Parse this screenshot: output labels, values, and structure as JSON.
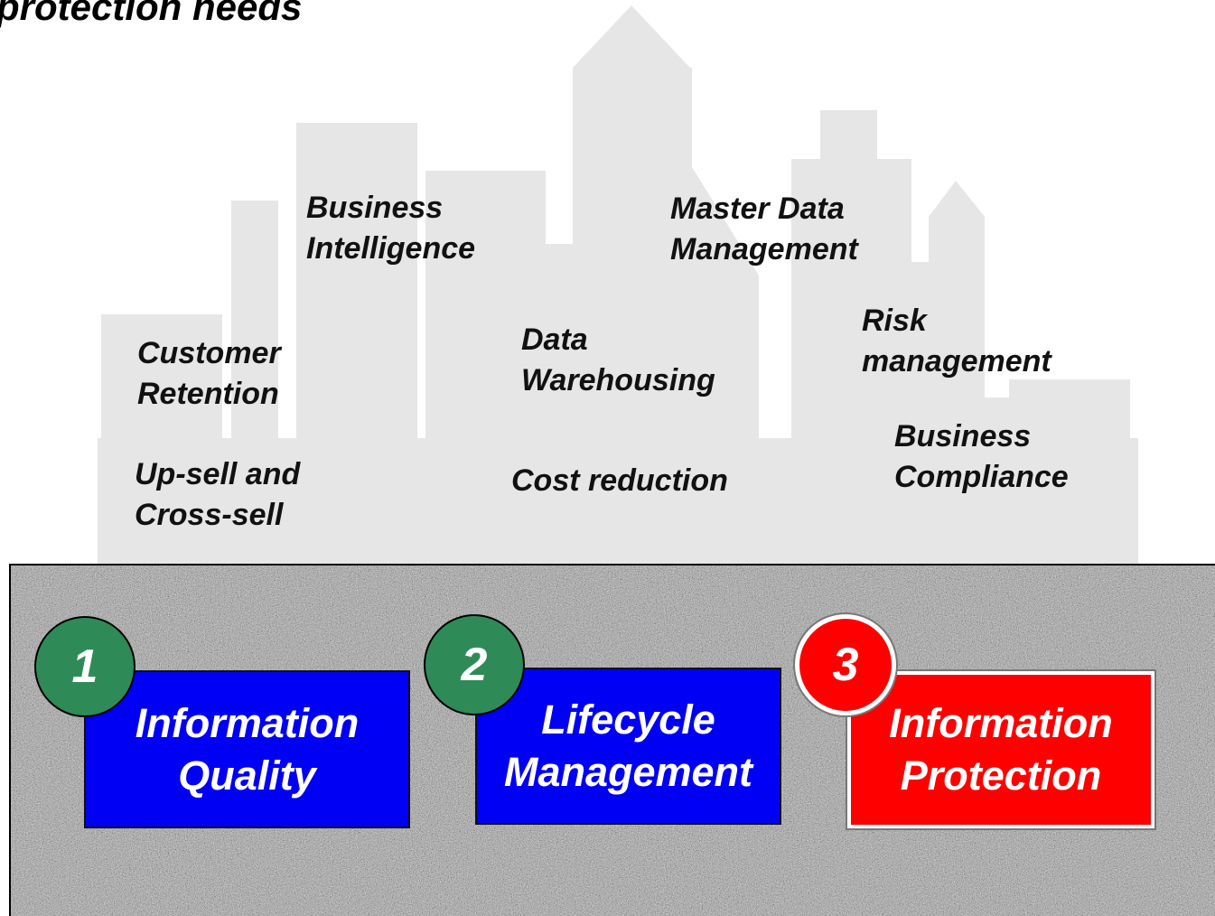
{
  "title": "protection needs",
  "colors": {
    "skyline": "#e6e6e6",
    "foundation": "#9a9a9a",
    "pillar_blue": "#0000f5",
    "pillar_red": "#ff0000",
    "badge_green": "#2e8b57",
    "badge_red": "#ff0000"
  },
  "drivers": {
    "business_intelligence": [
      "Business",
      "Intelligence"
    ],
    "master_data_management": [
      "Master Data",
      "Management"
    ],
    "customer_retention": [
      "Customer",
      "Retention"
    ],
    "data_warehousing": [
      "Data",
      "Warehousing"
    ],
    "risk_management": [
      "Risk",
      "management"
    ],
    "business_compliance": [
      "Business",
      "Compliance"
    ],
    "upsell_crosssell": [
      "Up-sell and",
      "Cross-sell"
    ],
    "cost_reduction": "Cost reduction"
  },
  "pillars": [
    {
      "number": "1",
      "lines": [
        "Information",
        "Quality"
      ]
    },
    {
      "number": "2",
      "lines": [
        "Lifecycle",
        "Management"
      ]
    },
    {
      "number": "3",
      "lines": [
        "Information",
        "Protection"
      ]
    }
  ]
}
